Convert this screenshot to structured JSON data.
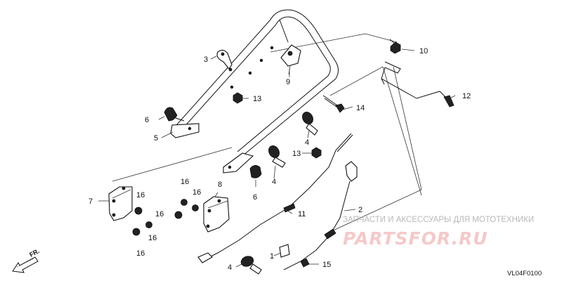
{
  "callouts": [
    {
      "id": "c1",
      "text": "1"
    },
    {
      "id": "c2",
      "text": "2"
    },
    {
      "id": "c3",
      "text": "3"
    },
    {
      "id": "c4a",
      "text": "4"
    },
    {
      "id": "c4b",
      "text": "4"
    },
    {
      "id": "c4c",
      "text": "4"
    },
    {
      "id": "c5",
      "text": "5"
    },
    {
      "id": "c6a",
      "text": "6"
    },
    {
      "id": "c6b",
      "text": "6"
    },
    {
      "id": "c7",
      "text": "7"
    },
    {
      "id": "c8",
      "text": "8"
    },
    {
      "id": "c9",
      "text": "9"
    },
    {
      "id": "c10",
      "text": "10"
    },
    {
      "id": "c11",
      "text": "11"
    },
    {
      "id": "c12",
      "text": "12"
    },
    {
      "id": "c13a",
      "text": "13"
    },
    {
      "id": "c13b",
      "text": "13"
    },
    {
      "id": "c14",
      "text": "14"
    },
    {
      "id": "c15",
      "text": "15"
    },
    {
      "id": "c16a",
      "text": "16"
    },
    {
      "id": "c16b",
      "text": "16"
    },
    {
      "id": "c16c",
      "text": "16"
    },
    {
      "id": "c16d",
      "text": "16"
    },
    {
      "id": "c16e",
      "text": "16"
    },
    {
      "id": "c16f",
      "text": "16"
    }
  ],
  "direction_label": "FR.",
  "watermark": {
    "tagline": "ЗАПЧАСТИ И АКСЕССУАРЫ ДЛЯ МОТОТЕХНИКИ",
    "logo": "PARTSFOR.RU"
  },
  "diagram_code": "VL04F0100",
  "colors": {
    "line": "#111111",
    "watermark_logo": "#f5c9c9",
    "watermark_text": "#b9b9b9"
  }
}
